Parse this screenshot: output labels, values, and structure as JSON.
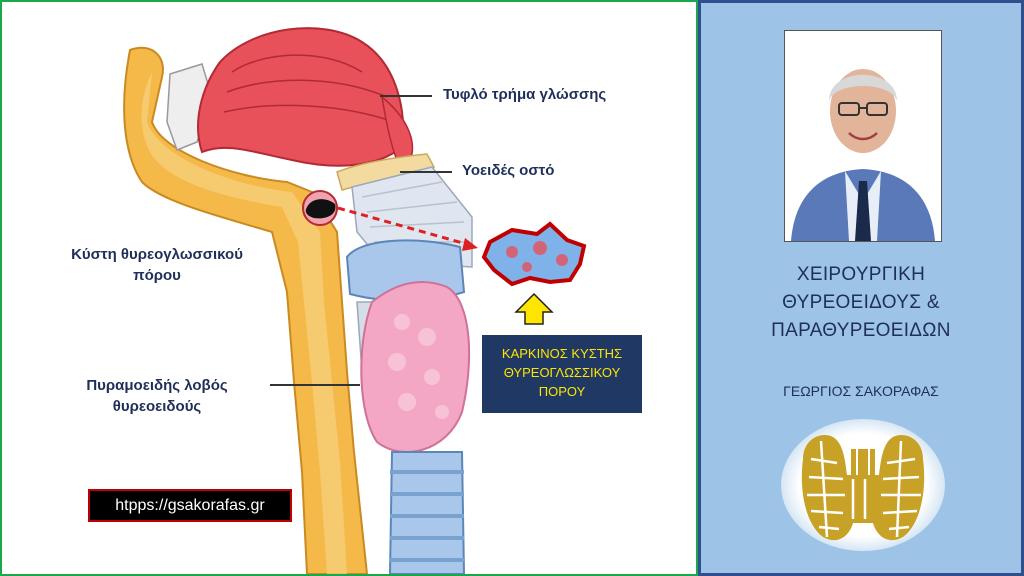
{
  "labels": {
    "foramen_caecum": "Τυφλό τρήμα γλώσσης",
    "hyoid_bone": "Υοειδές οστό",
    "cyst_line1": "Κύστη θυρεογλωσσικού",
    "cyst_line2": "πόρου",
    "pyramidal_line1": "Πυραμοειδής λοβός",
    "pyramidal_line2": "θυρεοειδούς"
  },
  "cancer_box": {
    "line1": "ΚΑΡΚΙΝΟΣ ΚΥΣΤΗΣ",
    "line2": "ΘΥΡΕΟΓΛΩΣΣΙΚΟΥ",
    "line3": "ΠΟΡΟΥ"
  },
  "website": "htpps://gsakorafas.gr",
  "right_panel": {
    "title_line1": "ΧΕΙΡΟΥΡΓΙΚΗ",
    "title_line2": "ΘΥΡΕΟΕΙΔΟΥΣ &",
    "title_line3": "ΠΑΡΑΘΥΡΕΟΕΙΔΩΝ",
    "author": "ΓΕΩΡΓΙΟΣ ΣΑΚΟΡΑΦΑΣ"
  },
  "colors": {
    "accent_navy": "#1f3864",
    "text_navy": "#1f2f5a",
    "highlight_yellow": "#ffe600",
    "panel_blue": "#9dc3e6",
    "green_frame": "#1aa84a",
    "arrow_red": "#e02020",
    "thyroid_gold": "#c8a227"
  }
}
